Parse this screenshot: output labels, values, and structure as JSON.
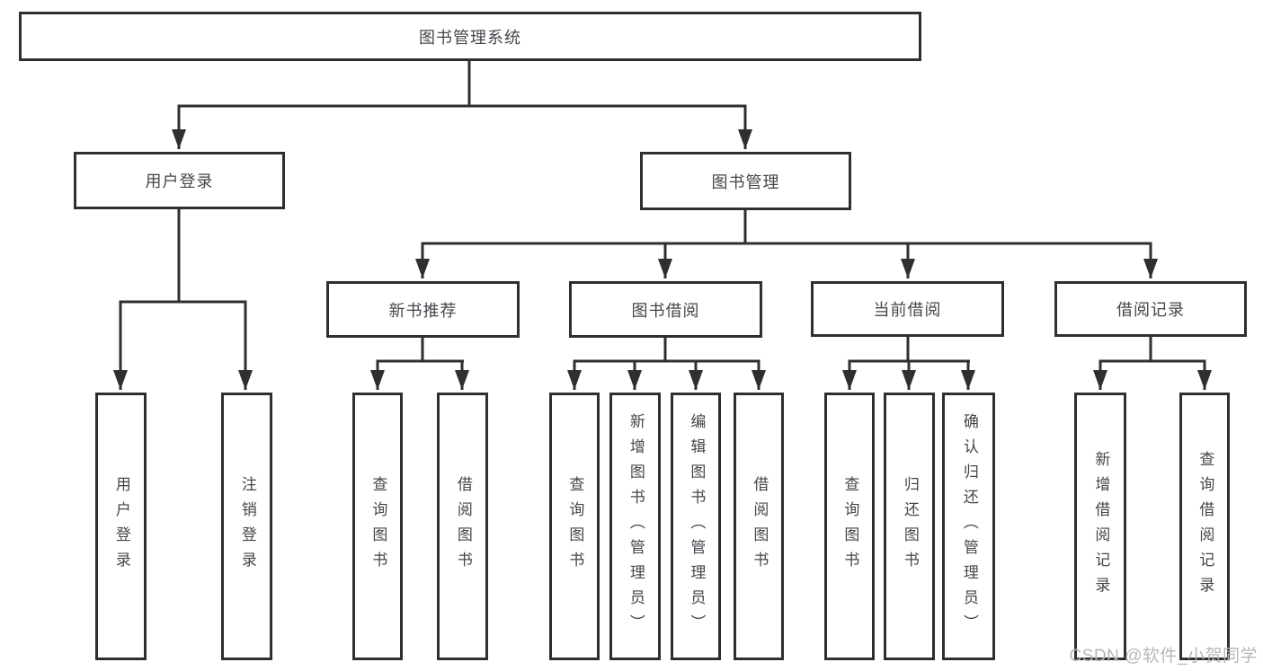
{
  "diagram": {
    "root": {
      "label": "图书管理系统"
    },
    "branches": [
      {
        "label": "用户登录",
        "children": [
          {
            "label": "用户登录"
          },
          {
            "label": "注销登录"
          }
        ]
      },
      {
        "label": "图书管理",
        "children": [
          {
            "label": "新书推荐",
            "children": [
              {
                "label": "查询图书"
              },
              {
                "label": "借阅图书"
              }
            ]
          },
          {
            "label": "图书借阅",
            "children": [
              {
                "label": "查询图书"
              },
              {
                "label": "新增图书（管理员）"
              },
              {
                "label": "编辑图书（管理员）"
              },
              {
                "label": "借阅图书"
              }
            ]
          },
          {
            "label": "当前借阅",
            "children": [
              {
                "label": "查询图书"
              },
              {
                "label": "归还图书"
              },
              {
                "label": "确认归还（管理员）"
              }
            ]
          },
          {
            "label": "借阅记录",
            "children": [
              {
                "label": "新增借阅记录"
              },
              {
                "label": "查询借阅记录"
              }
            ]
          }
        ]
      }
    ],
    "colors": {
      "line": "#2e2f31",
      "text": "#43464b",
      "background": "#ffffff",
      "watermark": "#b4b8bc"
    },
    "watermark": "CSDN @软件_小贺同学"
  }
}
